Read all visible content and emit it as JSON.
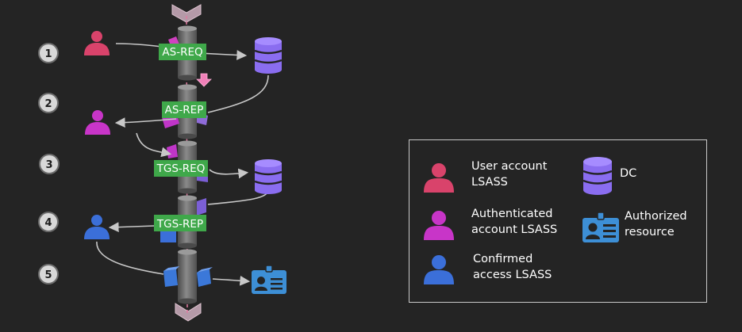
{
  "steps": [
    "1",
    "2",
    "3",
    "4",
    "5"
  ],
  "messages": {
    "as_req": "AS-REQ",
    "as_rep": "AS-REP",
    "tgs_req": "TGS-REQ",
    "tgs_rep": "TGS-REP"
  },
  "legend": {
    "user_account": "User account\nLSASS",
    "authenticated_account": "Authenticated\naccount LSASS",
    "confirmed_access": "Confirmed\naccess LSASS",
    "dc": "DC",
    "authorized_resource": "Authorized\nresource"
  },
  "colors": {
    "background": "#242424",
    "user_red": "#d9436b",
    "user_magenta": "#c835c8",
    "user_blue": "#3b6fd9",
    "dc_purple": "#8a6df0",
    "resource_blue": "#3d8fd6",
    "message_green": "#3fa84a",
    "pipe_gray": "#6b6b6b",
    "step_circle": "#c8c8c8"
  },
  "icons": [
    "user-icon",
    "database-icon",
    "id-card-icon",
    "pipe",
    "arrow-icon"
  ]
}
